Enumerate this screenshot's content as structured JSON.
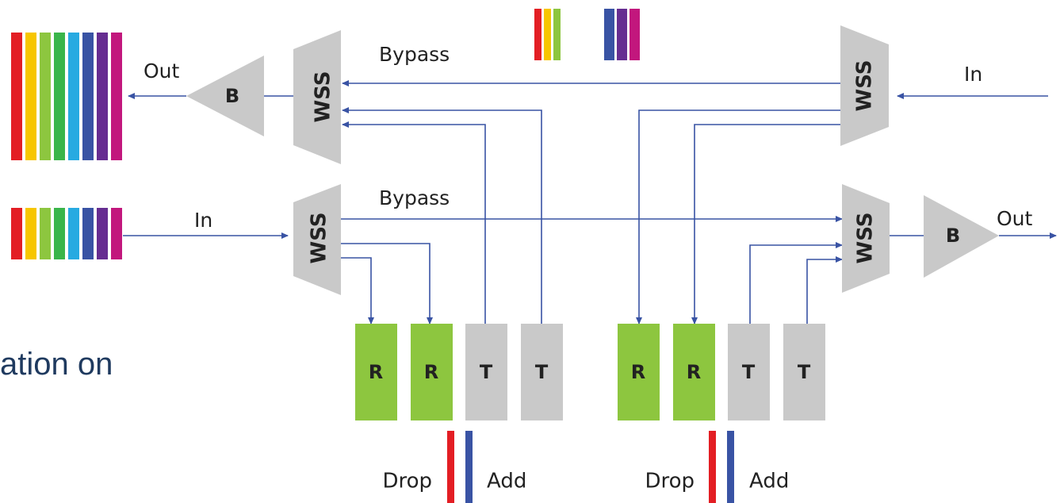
{
  "labels": {
    "top_bypass": "Bypass",
    "bottom_bypass": "Bypass",
    "top_out": "Out",
    "top_in": "In",
    "bottom_in": "In",
    "bottom_out": "Out",
    "booster": "B",
    "wss": "WSS",
    "receiver": "R",
    "transmitter": "T",
    "drop": "Drop",
    "add": "Add",
    "slide_fragment": "ation on"
  },
  "spectrum_colors": [
    "#e31e24",
    "#f7c600",
    "#8dc63f",
    "#3ab54a",
    "#27aae1",
    "#3953a4",
    "#662d91",
    "#c2177d"
  ],
  "colors": {
    "line": "#3953a4",
    "device_gray": "#c9c9c9",
    "receiver_green": "#8dc63f",
    "drop_red": "#e31e24",
    "add_blue": "#3953a4",
    "slide_text": "#1f3a5f"
  }
}
